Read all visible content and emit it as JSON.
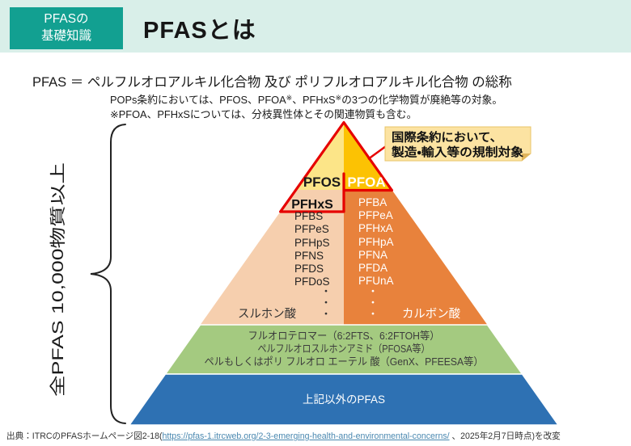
{
  "palette": {
    "header_band": "#d9efe9",
    "badge": "#12a091",
    "yellow_left": "#fce588",
    "yellow_right": "#fcc203",
    "peach": "#f6cfae",
    "orange": "#e8823c",
    "green": "#a4ca80",
    "blue": "#2e71b3",
    "red_outline": "#e60000",
    "callout_bg": "#fce3a2",
    "callout_fold": "#e0b45c",
    "link": "#4a88b0"
  },
  "header": {
    "badge_line1": "PFASの",
    "badge_line2": "基礎知識",
    "title": "PFASとは"
  },
  "definition": {
    "line1": "PFAS ＝ ペルフルオロアルキル化合物 及び ポリフルオロアルキル化合物 の総称",
    "note1_parts": {
      "a": "POPs条約においては、PFOS、PFOA",
      "sup1": "※",
      "b": "、PFHxS",
      "sup2": "※",
      "c": "の3つの化学物質が廃絶等の対象。"
    },
    "note2": "※PFOA、PFHxSについては、分枝異性体とその関連物質も含む。"
  },
  "left_annotation": {
    "label": "全PFAS 10,000物質以上"
  },
  "callout": {
    "line1": "国際条約において、",
    "line2": "製造・輸入等の規制対象"
  },
  "pyramid": {
    "top": {
      "left_label": "PFOS",
      "right_label": "PFOA"
    },
    "highlight_label": "PFHxS",
    "dot": "・",
    "sulfonate": {
      "items": [
        "PFBS",
        "PFPeS",
        "PFHpS",
        "PFNS",
        "PFDS",
        "PFDoS"
      ],
      "group_label": "スルホン酸"
    },
    "carboxylate": {
      "items": [
        "PFBA",
        "PFPeA",
        "PFHxA",
        "PFHpA",
        "PFNA",
        "PFDA",
        "PFUnA"
      ],
      "group_label": "カルボン酸"
    },
    "green_band": {
      "lines": [
        "フルオロテロマー（6:2FTS、6:2FTOH等）",
        "ペルフルオロスルホンアミド（PFOSA等）",
        "ペルもしくはポリ フルオロ エーテル 酸（GenX、PFEESA等）"
      ]
    },
    "blue_band": {
      "label": "上記以外のPFAS"
    }
  },
  "footer": {
    "prefix": "出典：ITRCのPFASホームページ図2-18(",
    "link": "https://pfas-1.itrcweb.org/2-3-emerging-health-and-environmental-concerns/",
    "suffix": " 、2025年2月7日時点)を改変"
  }
}
